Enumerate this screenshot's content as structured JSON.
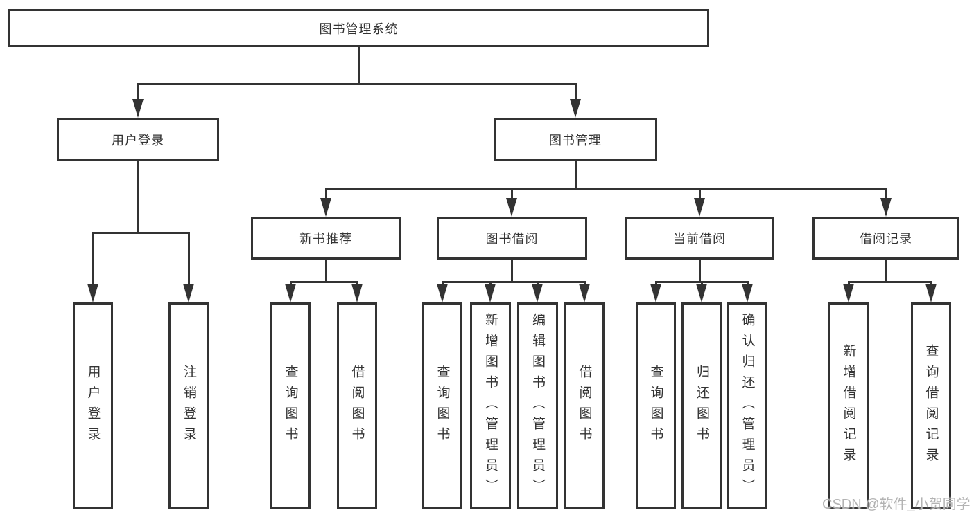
{
  "root": {
    "label": "图书管理系统",
    "children": [
      {
        "label": "用户登录",
        "children": [
          {
            "label": "用户登录"
          },
          {
            "label": "注销登录"
          }
        ]
      },
      {
        "label": "图书管理",
        "children": [
          {
            "label": "新书推荐",
            "children": [
              {
                "label": "查询图书"
              },
              {
                "label": "借阅图书"
              }
            ]
          },
          {
            "label": "图书借阅",
            "children": [
              {
                "label": "查询图书"
              },
              {
                "label": "新增图书（管理员）"
              },
              {
                "label": "编辑图书（管理员）"
              },
              {
                "label": "借阅图书"
              }
            ]
          },
          {
            "label": "当前借阅",
            "children": [
              {
                "label": "查询图书"
              },
              {
                "label": "归还图书"
              },
              {
                "label": "确认归还（管理员）"
              }
            ]
          },
          {
            "label": "借阅记录",
            "children": [
              {
                "label": "新增借阅记录"
              },
              {
                "label": "查询借阅记录"
              }
            ]
          }
        ]
      }
    ]
  },
  "watermark": "CSDN @软件_小贺同学",
  "colors": {
    "line": "#333333",
    "text": "#333333",
    "background": "#ffffff",
    "watermark": "#b3b3b3"
  }
}
